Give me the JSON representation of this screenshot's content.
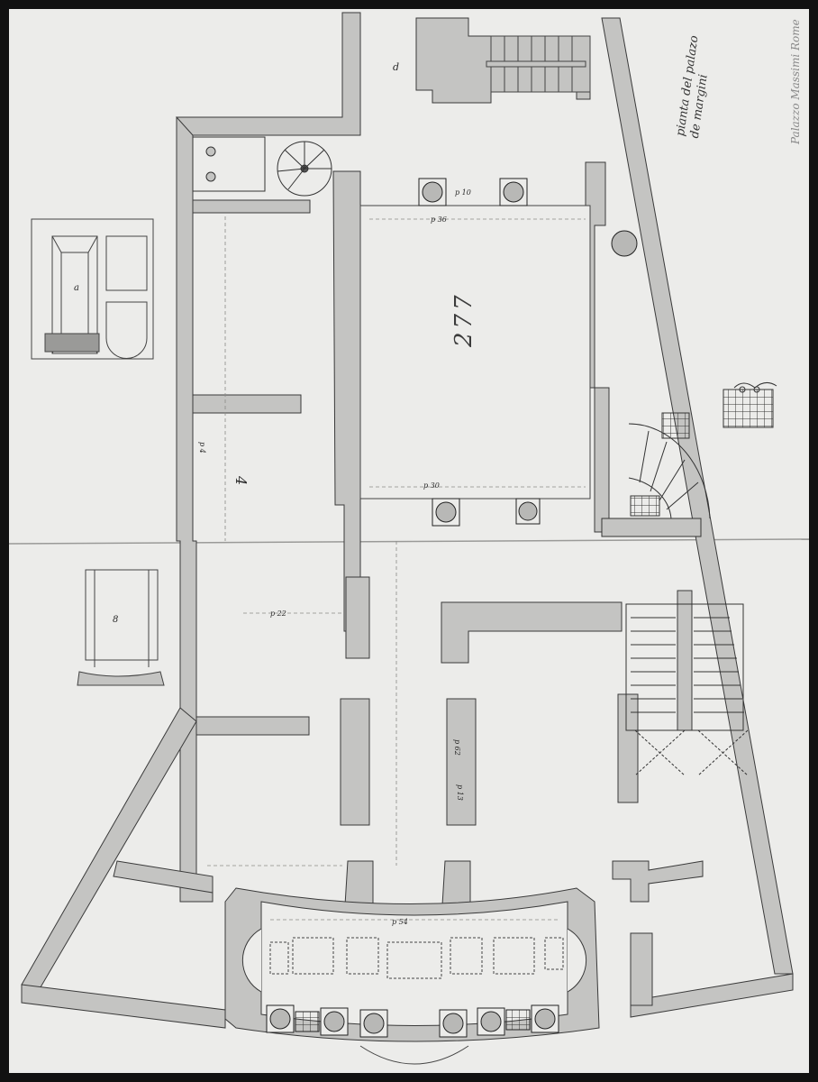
{
  "document": {
    "type": "architectural ground-floor plan drawing",
    "medium": "pen and wash on paper, folded horizontally",
    "colors": {
      "paper": "#ececea",
      "wall_wash": "#c4c4c2",
      "ink": "#2a2a2a",
      "border": "#111111",
      "column_fill": "#b8b8b6"
    }
  },
  "inscriptions": {
    "title_line1": "pianta del palazo",
    "title_line2": "de margini",
    "archive_note": "Palazzo Massimi Rome",
    "sheet_number": "277"
  },
  "rooms": [
    {
      "id": "upper-vestibule",
      "label": "d"
    },
    {
      "id": "main-courtyard",
      "label": ""
    },
    {
      "id": "left-room-upper",
      "label": ""
    },
    {
      "id": "left-room-lower",
      "label": "4"
    },
    {
      "id": "entrance-portico",
      "label": ""
    },
    {
      "id": "right-stair",
      "label": ""
    }
  ],
  "dimension_notes": [
    {
      "text": "p 36",
      "pos": "courtyard-top"
    },
    {
      "text": "p 30",
      "pos": "courtyard-bottom"
    },
    {
      "text": "p 13",
      "pos": "atrium-pier"
    },
    {
      "text": "p 54",
      "pos": "portico"
    },
    {
      "text": "p 22",
      "pos": "left-room"
    },
    {
      "text": "p 4",
      "pos": "left-wall"
    },
    {
      "text": "p 10",
      "pos": "columns-upper"
    },
    {
      "text": "p 62",
      "pos": "atrium-right-pier"
    }
  ],
  "insets": [
    {
      "id": "perspective-corridor",
      "label": "a"
    },
    {
      "id": "section-detail",
      "label": "8"
    },
    {
      "id": "grille-sketch",
      "label": ""
    }
  ]
}
